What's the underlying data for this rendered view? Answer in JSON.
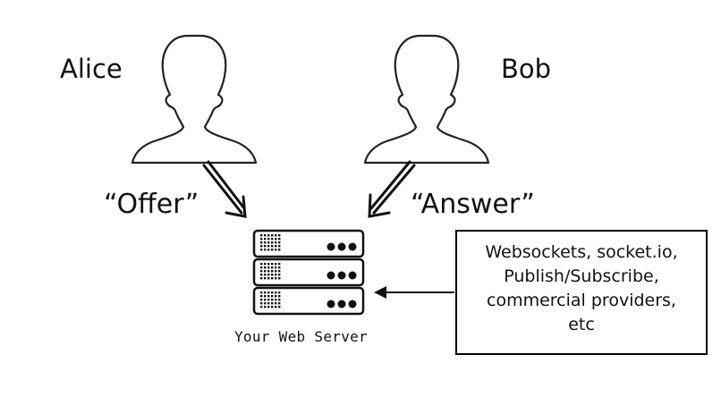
{
  "people": {
    "alice": {
      "name": "Alice",
      "icon": "person-silhouette-icon"
    },
    "bob": {
      "name": "Bob",
      "icon": "person-silhouette-icon"
    }
  },
  "messages": {
    "offer": "“Offer”",
    "answer": "“Answer”"
  },
  "server": {
    "caption": "Your Web Server",
    "icon": "server-rack-icon"
  },
  "signaling_box": {
    "lines": [
      "Websockets, socket.io,",
      "Publish/Subscribe,",
      "commercial providers,",
      "etc"
    ]
  }
}
